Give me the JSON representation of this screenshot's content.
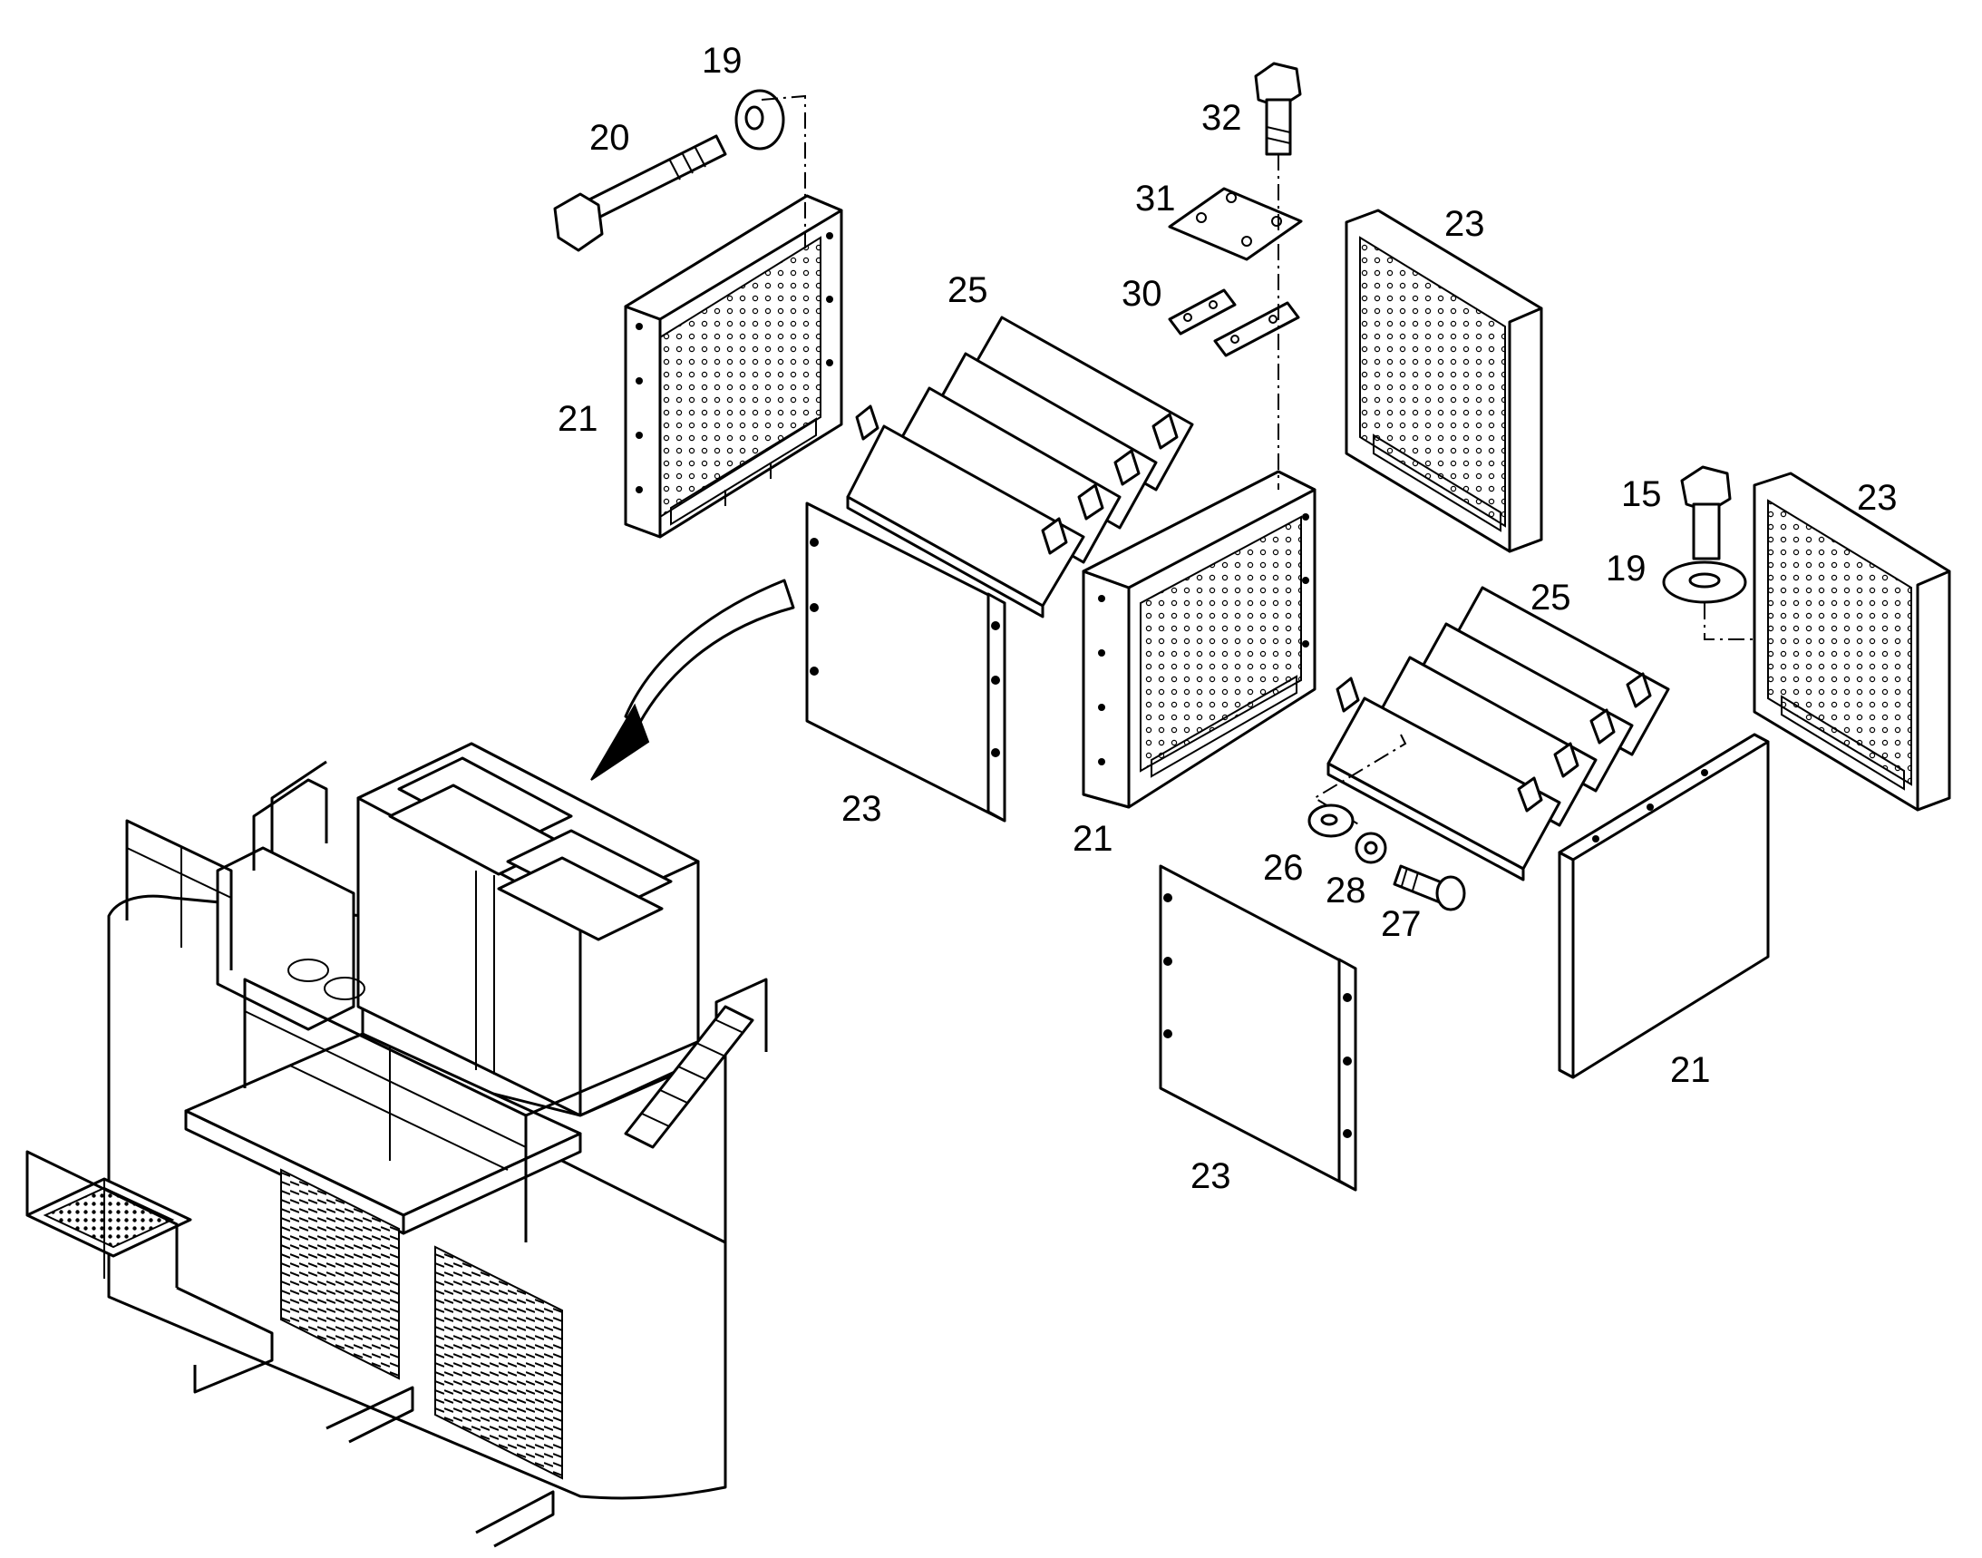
{
  "callouts": [
    {
      "id": "c19a",
      "text": "19"
    },
    {
      "id": "c20",
      "text": "20"
    },
    {
      "id": "c21a",
      "text": "21"
    },
    {
      "id": "c25a",
      "text": "25"
    },
    {
      "id": "c23a",
      "text": "23"
    },
    {
      "id": "c32",
      "text": "32"
    },
    {
      "id": "c31",
      "text": "31"
    },
    {
      "id": "c30",
      "text": "30"
    },
    {
      "id": "c23b",
      "text": "23"
    },
    {
      "id": "c15",
      "text": "15"
    },
    {
      "id": "c19b",
      "text": "19"
    },
    {
      "id": "c23c",
      "text": "23"
    },
    {
      "id": "c25b",
      "text": "25"
    },
    {
      "id": "c21b",
      "text": "21"
    },
    {
      "id": "c26",
      "text": "26"
    },
    {
      "id": "c28",
      "text": "28"
    },
    {
      "id": "c27",
      "text": "27"
    },
    {
      "id": "c21c",
      "text": "21"
    },
    {
      "id": "c23d",
      "text": "23"
    }
  ]
}
